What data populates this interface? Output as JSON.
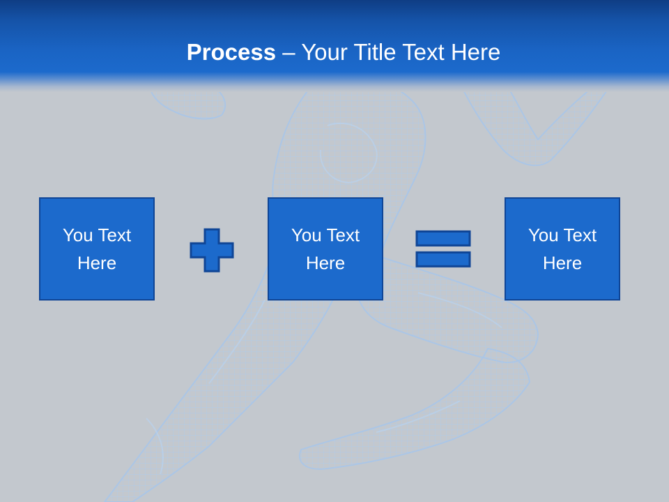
{
  "slide": {
    "title_bold": "Process",
    "title_rest": " – Your Title Text Here",
    "boxes": [
      {
        "label": "You Text Here"
      },
      {
        "label": "You Text Here"
      },
      {
        "label": "You Text Here"
      }
    ],
    "operators": [
      "plus-icon",
      "equals-icon"
    ]
  },
  "colors": {
    "background": "#c3c8ce",
    "header_blue": "#1c6acc",
    "box_fill": "#1c6acc",
    "box_border": "#0f4596",
    "text": "#ffffff",
    "figure_mesh": "#9ec2ee"
  }
}
